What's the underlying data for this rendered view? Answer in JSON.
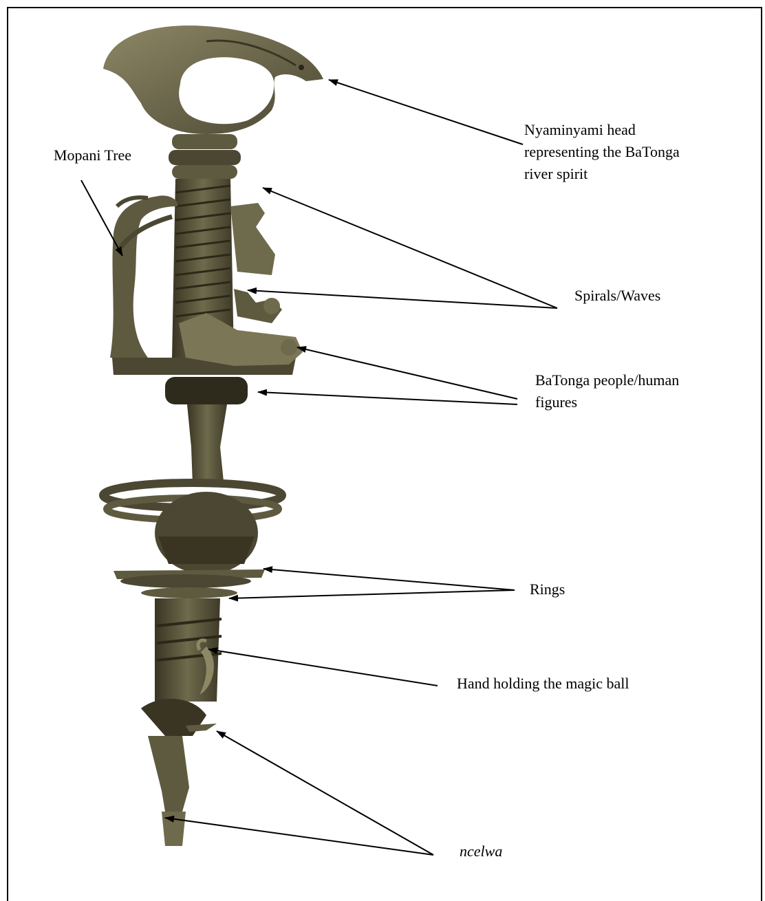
{
  "labels": {
    "nyaminyami": "Nyaminyami head\nrepresenting the BaTonga\nriver spirit",
    "mopani": "Mopani Tree",
    "spirals": "Spirals/Waves",
    "batonga_people": "BaTonga people/human\nfigures",
    "rings": "Rings",
    "hand": "Hand holding the magic ball",
    "ncelwa": "ncelwa"
  },
  "colors": {
    "wood_dark": "#3a3523",
    "wood_mid": "#5e5a40",
    "wood_light": "#8c8765",
    "arrow": "#000000"
  }
}
